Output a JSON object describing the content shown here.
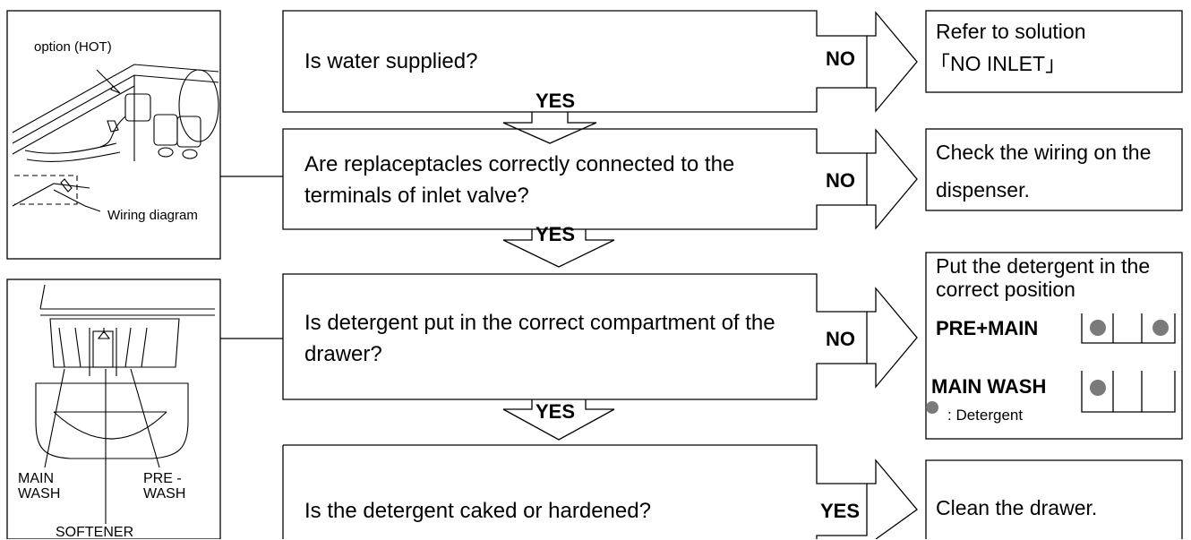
{
  "questions": [
    "Is water supplied?",
    "Are replaceptacles correctly connected to the terminals of inlet valve?",
    "Is detergent put in the correct compartment of the drawer?",
    "Is the detergent caked or hardened?"
  ],
  "branches": {
    "no": "NO",
    "yes": "YES"
  },
  "results": {
    "r1_line1": "Refer to solution",
    "r1_line2": "「NO INLET」",
    "r2_line1": "Check the wiring on the",
    "r2_line2": "dispenser.",
    "r3_line1": "Put the detergent in the",
    "r3_line2": "correct position",
    "r3_pre_main": "PRE+MAIN",
    "r3_main_wash": "MAIN WASH",
    "r3_legend": ": Detergent",
    "r4": "Clean the drawer."
  },
  "figures": {
    "valve_option_label": "option (HOT)",
    "valve_wiring_label": "Wiring diagram",
    "drawer_main_wash_line1": "MAIN",
    "drawer_main_wash_line2": "WASH",
    "drawer_pre_wash_line1": "PRE -",
    "drawer_pre_wash_line2": "WASH",
    "drawer_softener": "SOFTENER"
  },
  "colors": {
    "stroke": "#000000",
    "dot": "#7a7a7a",
    "background": "#ffffff"
  }
}
